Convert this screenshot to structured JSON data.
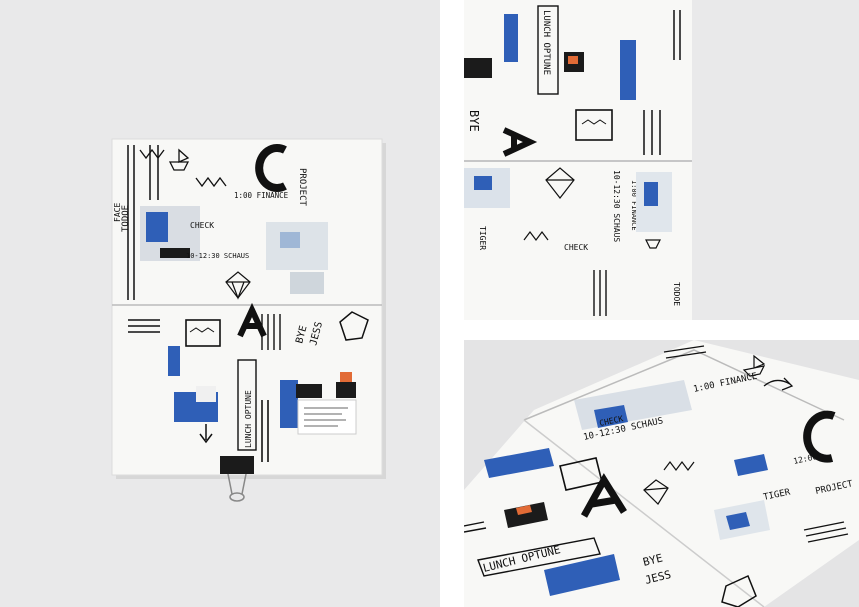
{
  "colors": {
    "background": "#e9e9ea",
    "paper": "#f8f8f6",
    "ink": "#111111",
    "accent_blue": "#2f5fb7",
    "accent_orange": "#e26b36",
    "clip": "#1b1b1b"
  },
  "journal_text": {
    "todo": "TODOE",
    "lunch": "LUNCH OPTUNE",
    "bye": "BYE",
    "jess": "JESS",
    "schedule": "10-12:30 SCHAUS",
    "finance": "1:00 FINANCE",
    "check": "CHECK",
    "project": "PROJECT",
    "face": "FACE",
    "tiger": "TIGER",
    "time": "12:00"
  },
  "icons": {
    "binder_clip": "binder-clip-icon",
    "paper_boat": "paper-boat-icon",
    "arrow": "arrow-icon",
    "gem": "geometric-gem-icon"
  }
}
